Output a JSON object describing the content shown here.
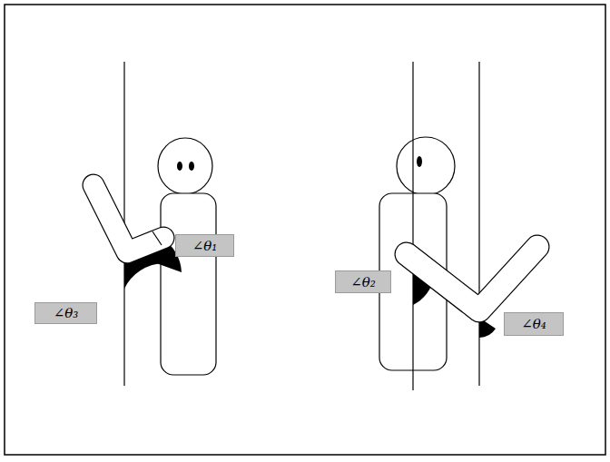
{
  "diagram": {
    "nodes": [
      {
        "text": [
          "∠θ₁"
        ]
      },
      {
        "text": [
          "∠θ₃"
        ]
      },
      {
        "text": [
          "∠θ₂"
        ]
      },
      {
        "text": [
          "∠θ₄"
        ]
      }
    ]
  }
}
